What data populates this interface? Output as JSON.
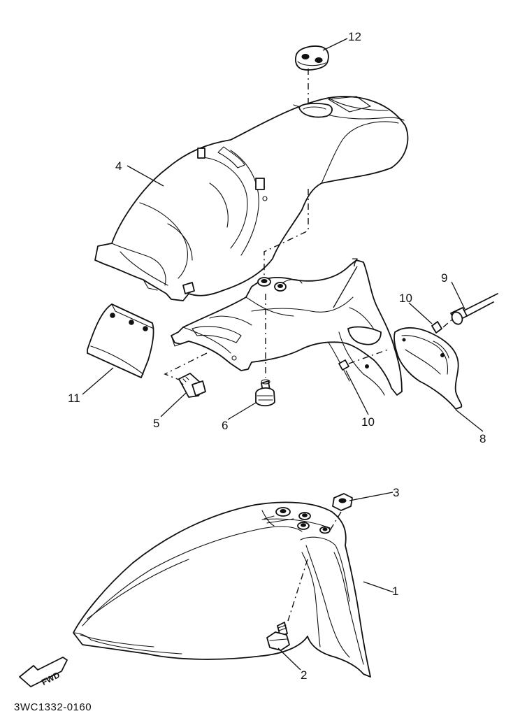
{
  "diagram": {
    "drawing_code": "3WC1332-0160",
    "direction_label": "FWD",
    "callouts": [
      "1",
      "2",
      "3",
      "4",
      "5",
      "6",
      "7",
      "8",
      "9",
      "10",
      "10",
      "11",
      "12"
    ]
  }
}
